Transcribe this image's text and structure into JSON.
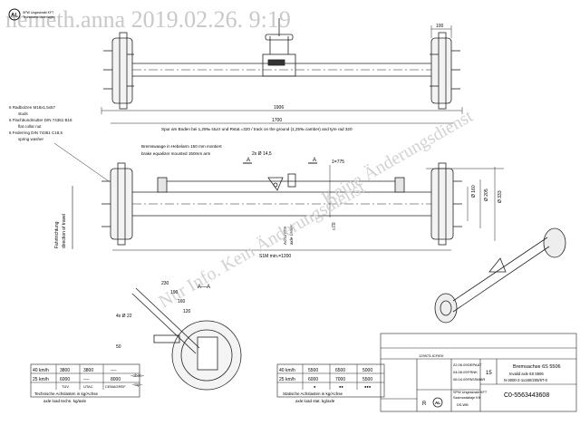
{
  "watermarks": {
    "header": "nemeth.anna 2019.02.26. 9:19",
    "diagonal_1": "Keine Änderungsdienst",
    "diagonal_2": "Nur Info. Kein Änderungsdienst"
  },
  "logo": {
    "mark": "AL",
    "line1": "SPW Ungeskrakt KFT",
    "line2": "Technische Unterlagen"
  },
  "dims": {
    "d_100": "100",
    "d_1906": "1906",
    "d_1700": "1700",
    "d_1775": "1=775",
    "d_phi160": "Ø 160",
    "d_phi205": "Ø 205",
    "d_phi333": "Ø 333",
    "d_sq70": "□70",
    "d_span": "S1M min.=1200",
    "d_hole": "2x Ø 14,5",
    "d_holes4": "4x Ø 22",
    "d_230": "230",
    "d_190": "190",
    "d_160": "160",
    "d_120": "120",
    "d_50": "50",
    "d_A1": "A",
    "d_A2": "A",
    "section": "A—A"
  },
  "notes": {
    "n1": "6 Radbolzen M18x1,5x57",
    "n1b": "studs",
    "n2": "6 Flachbundmutter DIN 74361 B18",
    "n2b": "flat collar nut",
    "n3": "6 Federring DIN 74361 C18,5",
    "n3b": "spring washer",
    "spur": "Spur am Boden bei 1,25‰ sturz und Rstat.=320 / track on the ground (1,25‰ camber) and tyre rad 320",
    "brake1": "Bremswaage in Hebelarm 150 mm montiert",
    "brake2": "brake equalizer mounted 150mm arm",
    "axle_center1": "Achsmitte",
    "axle_center2": "axle center",
    "travel1": "Fahrtrichtung",
    "travel2": "direction of travel",
    "oben": "–oben–",
    "top": "–top–"
  },
  "load_left": {
    "rows": [
      [
        "40 km/h",
        "3800",
        "3800",
        "----"
      ],
      [
        "25 km/h",
        "6000",
        "----",
        "8000"
      ]
    ],
    "header_row": [
      "",
      "TÜV",
      "UTAC",
      "CEMAGREF"
    ],
    "caption1": "Technische Achslasten in kg/Achse",
    "caption2": "axle load techn. kg/axle"
  },
  "load_right": {
    "rows": [
      [
        "40 km/h",
        "5500",
        "6500",
        "5000"
      ],
      [
        "25 km/h",
        "6000",
        "7000",
        "5500"
      ]
    ],
    "header_row": [
      "",
      "●",
      "●●",
      "●●●"
    ],
    "caption1": "Statische Achslasten in kg/Achse",
    "caption2": "axle load stat. kg/axle"
  },
  "title_block": {
    "project": "Bremsachse 6S 5506",
    "desc1": "Invalid axle 6S 5506",
    "desc2": "N-3000-2-1x160/205/6T-0",
    "scale": "15",
    "rev": "R",
    "drawing_no": "C0-5563443608",
    "dates": [
      "22.06.09",
      "04.06.09",
      "06.04.09"
    ],
    "names": [
      "DEPAAT",
      "FRNK",
      "PASSMAR"
    ],
    "company1": "SPW Ungeskrakt KFT",
    "company2": "Szamostabaje Kft",
    "code": "129973-ICFIEK",
    "id_small": "DS-WB"
  }
}
